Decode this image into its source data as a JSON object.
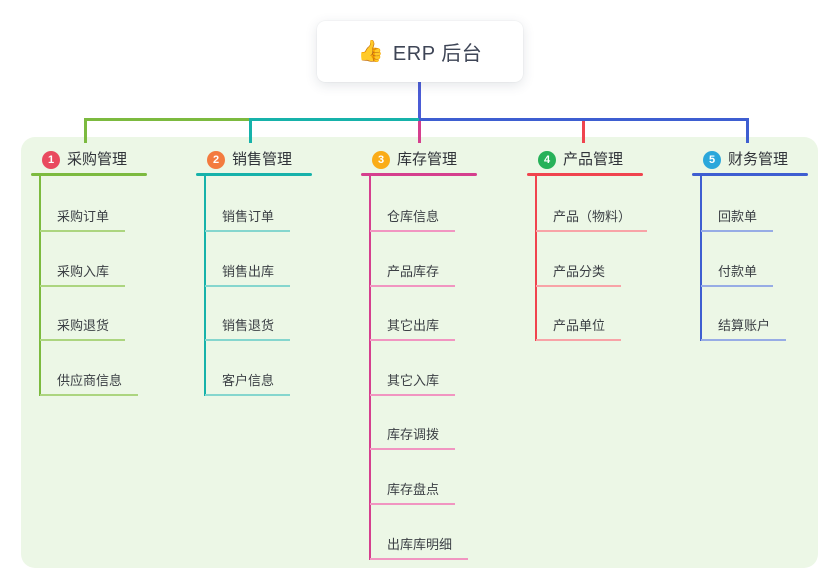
{
  "root": {
    "icon": "👍",
    "icon_name": "thumbs-up-icon",
    "label": "ERP 后台"
  },
  "colors": {
    "page_bg": "#FFFFFF",
    "panel_bg": "#ECF7E6",
    "root_line": "#4B5CD6",
    "root_text": "#3E4556",
    "branch_title_text": "#303339",
    "child_text": "#3C4045"
  },
  "branches": [
    {
      "badge": "1",
      "name": "采购管理",
      "badge_color": "#E94A5F",
      "line_color": "#7CBA3F",
      "child_line_color": "#ACD57F",
      "children": [
        "采购订单",
        "采购入库",
        "采购退货",
        "供应商信息"
      ]
    },
    {
      "badge": "2",
      "name": "销售管理",
      "badge_color": "#F37B3F",
      "line_color": "#16B2AA",
      "child_line_color": "#85D6CE",
      "children": [
        "销售订单",
        "销售出库",
        "销售退货",
        "客户信息"
      ]
    },
    {
      "badge": "3",
      "name": "库存管理",
      "badge_color": "#FAAC18",
      "line_color": "#D53F8E",
      "child_line_color": "#F195C1",
      "children": [
        "仓库信息",
        "产品库存",
        "其它出库",
        "其它入库",
        "库存调拨",
        "库存盘点",
        "出库库明细"
      ]
    },
    {
      "badge": "4",
      "name": "产品管理",
      "badge_color": "#27B159",
      "line_color": "#F0444E",
      "child_line_color": "#F8A3A7",
      "children": [
        "产品（物料）",
        "产品分类",
        "产品单位"
      ]
    },
    {
      "badge": "5",
      "name": "财务管理",
      "badge_color": "#2BA7DB",
      "line_color": "#3E5ED1",
      "child_line_color": "#97ACE5",
      "children": [
        "回款单",
        "付款单",
        "结算账户"
      ]
    }
  ]
}
